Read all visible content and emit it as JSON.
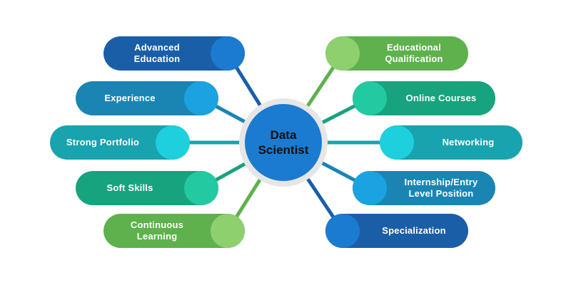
{
  "diagram": {
    "center_label": "Data\nScientist",
    "left_items": [
      {
        "label": "Advanced\nEducation",
        "color": "#1a5ea8",
        "cap": "#1a7bd0"
      },
      {
        "label": "Experience",
        "color": "#1a85b3",
        "cap": "#1aa3e0"
      },
      {
        "label": "Strong Portfolio",
        "color": "#18a3ae",
        "cap": "#1ecfde"
      },
      {
        "label": "Soft Skills",
        "color": "#17a37e",
        "cap": "#23c9a0"
      },
      {
        "label": "Continuous\nLearning",
        "color": "#5eb14c",
        "cap": "#8fd06e"
      }
    ],
    "right_items": [
      {
        "label": "Educational\nQualification",
        "color": "#5eb14c",
        "cap": "#8fd06e"
      },
      {
        "label": "Online Courses",
        "color": "#17a37e",
        "cap": "#23c9a0"
      },
      {
        "label": "Networking",
        "color": "#18a3ae",
        "cap": "#1ecfde"
      },
      {
        "label": "Internship/Entry\nLevel Position",
        "color": "#1a85b3",
        "cap": "#1aa3e0"
      },
      {
        "label": "Specialization",
        "color": "#1a5ea8",
        "cap": "#1a7bd0"
      }
    ]
  }
}
